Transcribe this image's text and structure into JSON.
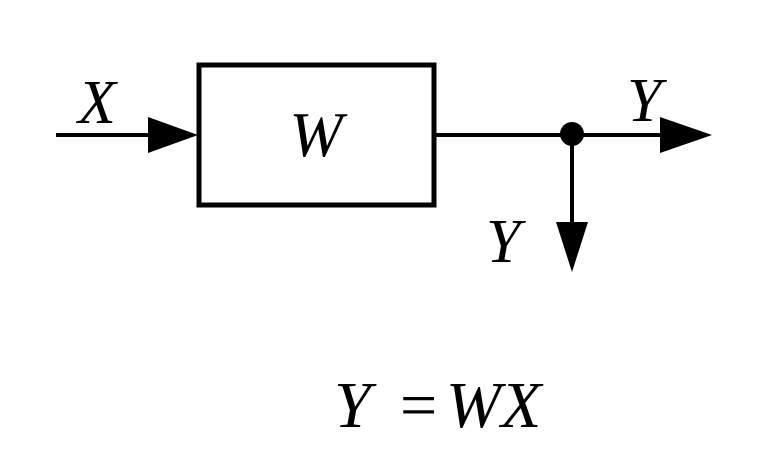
{
  "diagram": {
    "input_label": "X",
    "block_label": "W",
    "output_right_label": "Y",
    "output_down_label": "Y",
    "equation": {
      "lhs": "Y",
      "op": "=",
      "rhs": "WX"
    }
  },
  "colors": {
    "stroke": "#000000",
    "background": "#ffffff"
  }
}
